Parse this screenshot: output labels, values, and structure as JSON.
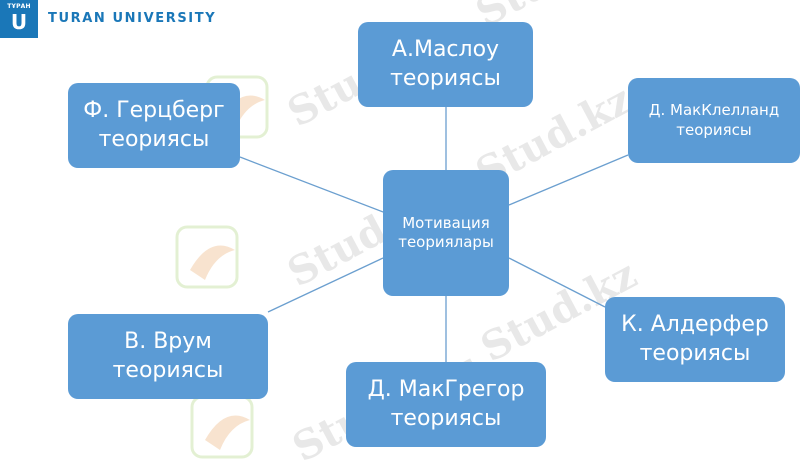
{
  "header": {
    "logo_small": "ТҰРАН",
    "logo_big": "U",
    "brand": "TURAN UNIVERSITY"
  },
  "colors": {
    "node": "#5b9bd5",
    "line": "#6b9fcf",
    "brand": "#1a77b8",
    "watermark": "#cfcfcf"
  },
  "watermark_text": "Stud.kz - Stud.kz",
  "diagram": {
    "center": {
      "line1": "Мотивация",
      "line2": "теориялары"
    },
    "nodes": [
      {
        "id": "maslow",
        "line1": "А.Маслоу",
        "line2": "теориясы"
      },
      {
        "id": "herzberg",
        "line1": "Ф. Герцберг",
        "line2": "теориясы"
      },
      {
        "id": "mcclelland",
        "line1": "Д. МакКлелланд",
        "line2": "теориясы"
      },
      {
        "id": "vroom",
        "line1": "В. Врум",
        "line2": "теориясы"
      },
      {
        "id": "mcgregor",
        "line1": "Д. МакГрегор",
        "line2": "теориясы"
      },
      {
        "id": "alderfer",
        "line1": "К. Алдерфер",
        "line2": "теориясы"
      }
    ]
  }
}
